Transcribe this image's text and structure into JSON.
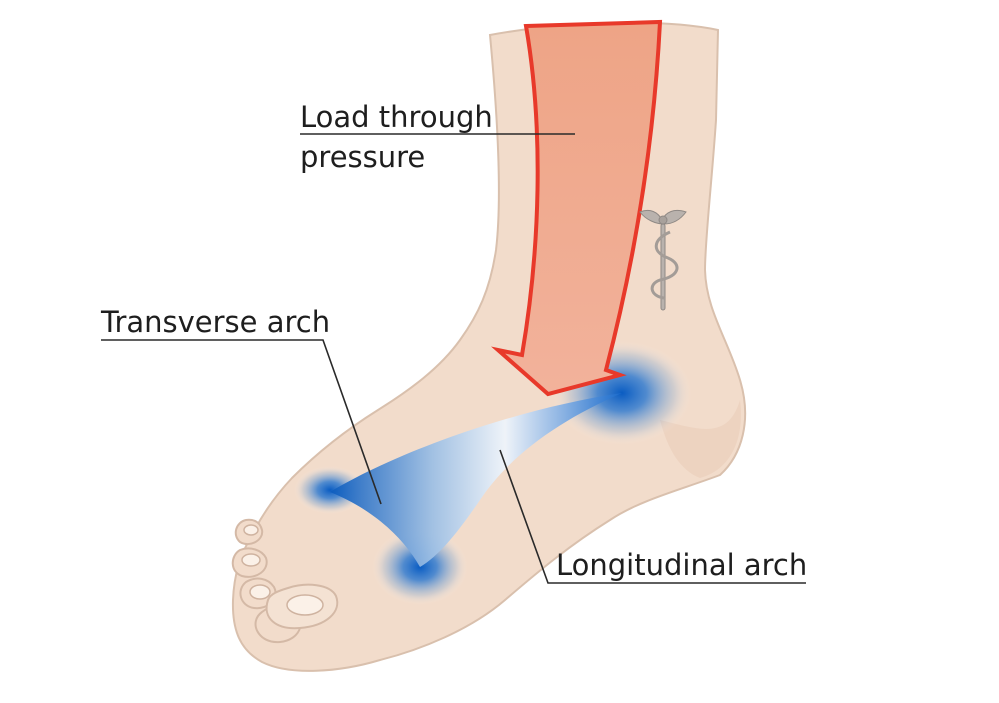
{
  "labels": {
    "load_line1": "Load through",
    "load_line2": "pressure",
    "transverse": "Transverse arch",
    "longitudinal": "Longitudinal arch"
  },
  "icons": {
    "caduceus": "caduceus-icon"
  },
  "colors": {
    "skin": "#f2dccb",
    "skin_outline": "#d8bfae",
    "arrow_fill": "#efa88e",
    "arrow_outline": "#e8392a",
    "pressure_blue": "#0d63c7",
    "arch_light": "#e8f1fa",
    "leader_line": "#2a2a2a"
  }
}
